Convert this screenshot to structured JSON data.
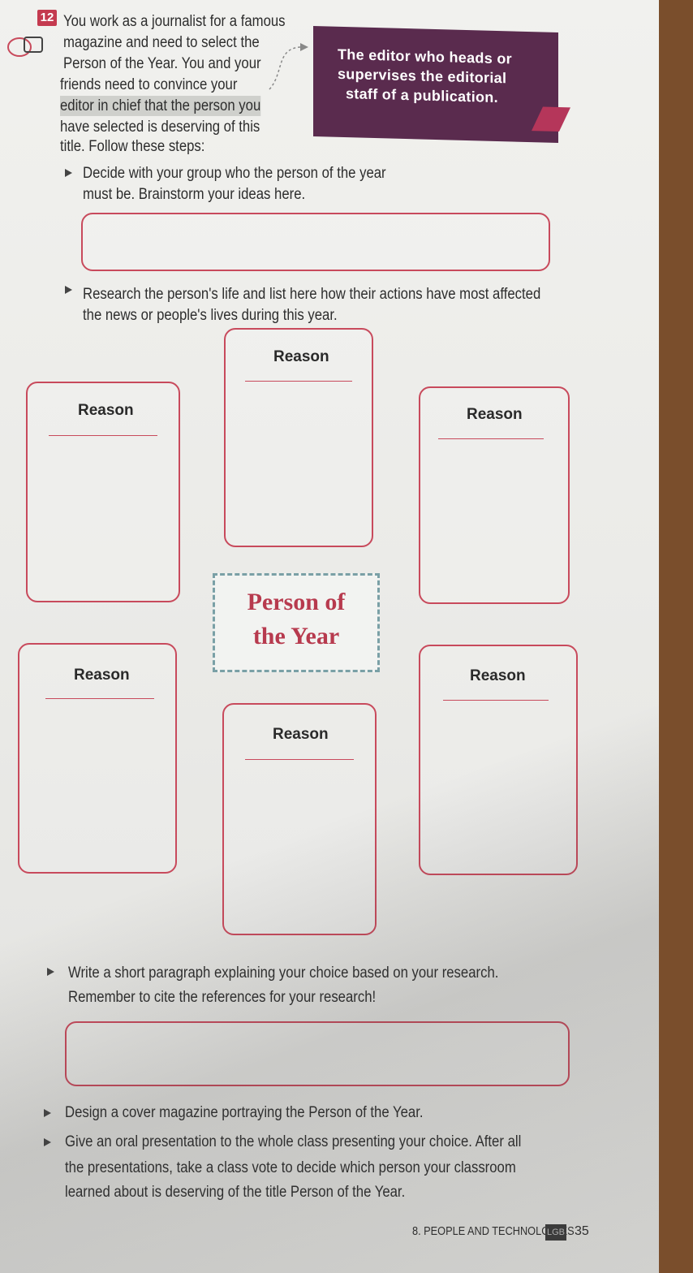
{
  "activity": {
    "number": "12",
    "intro_lines": [
      "You work as a journalist for a famous",
      "magazine and need to select the",
      "Person of the Year. You and your",
      "friends need to convince your",
      "editor in chief that the person you",
      "have selected is deserving of this",
      "title. Follow these steps:"
    ],
    "definition_lines": [
      "The editor who heads or",
      "supervises the editorial",
      "staff of a publication."
    ]
  },
  "steps": {
    "step1_lines": [
      "Decide with your group who the person of the year",
      "must be. Brainstorm your ideas here."
    ],
    "step2_lines": [
      "Research the person's life and list here how their actions have most affected",
      "the news or people's lives during this year."
    ],
    "step3_lines": [
      "Write a short paragraph explaining your choice based on your research.",
      "Remember to cite the references for your research!"
    ],
    "step4_lines": [
      "Design a cover magazine portraying the Person of the Year."
    ],
    "step5_lines": [
      "Give an oral presentation to the whole class presenting your choice. After all",
      "the presentations, take a class vote to decide which person your classroom",
      "learned about is deserving of the title Person of the Year."
    ]
  },
  "diagram": {
    "reason_label": "Reason",
    "center_line1": "Person of",
    "center_line2": "the Year"
  },
  "footer": {
    "unit": "8. PEOPLE AND TECHNOLOGIES",
    "badge": "LGB",
    "page": "35"
  },
  "colors": {
    "accent_red": "#c84a5c",
    "definition_bg": "#5a2b4e"
  }
}
